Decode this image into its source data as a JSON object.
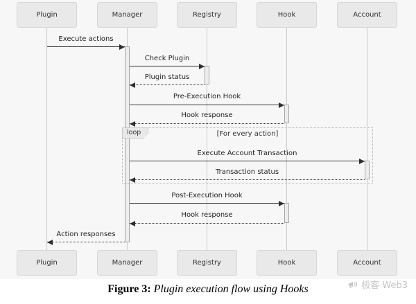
{
  "diagram": {
    "participants": [
      "Plugin",
      "Manager",
      "Registry",
      "Hook",
      "Account"
    ],
    "messages": [
      {
        "label": "Execute actions",
        "from": "Plugin",
        "to": "Manager",
        "style": "solid"
      },
      {
        "label": "Check Plugin",
        "from": "Manager",
        "to": "Registry",
        "style": "solid"
      },
      {
        "label": "Plugin status",
        "from": "Registry",
        "to": "Manager",
        "style": "dotted"
      },
      {
        "label": "Pre-Execution Hook",
        "from": "Manager",
        "to": "Hook",
        "style": "solid"
      },
      {
        "label": "Hook response",
        "from": "Hook",
        "to": "Manager",
        "style": "dotted"
      },
      {
        "label": "Execute Account Transaction",
        "from": "Manager",
        "to": "Account",
        "style": "solid"
      },
      {
        "label": "Transaction status",
        "from": "Account",
        "to": "Manager",
        "style": "dotted"
      },
      {
        "label": "Post-Execution Hook",
        "from": "Manager",
        "to": "Hook",
        "style": "solid"
      },
      {
        "label": "Hook response",
        "from": "Hook",
        "to": "Manager",
        "style": "dotted"
      },
      {
        "label": "Action responses",
        "from": "Manager",
        "to": "Plugin",
        "style": "dotted"
      }
    ],
    "loop": {
      "operator": "loop",
      "guard": "[For every action]"
    }
  },
  "caption": {
    "label": "Figure 3:",
    "title": "Plugin execution flow using Hooks"
  },
  "watermark": {
    "text": "极客 Web3",
    "icon": "megaphone-icon"
  },
  "colors": {
    "diagram_background": "#f7f7f7",
    "participant_fill": "#e9e9e9",
    "participant_border": "#d6d6d6",
    "lifeline": "#c9c9c9",
    "arrow": "#2e2e2e",
    "loop_border": "#b3b3b3",
    "watermark": "#c6c6c6"
  }
}
